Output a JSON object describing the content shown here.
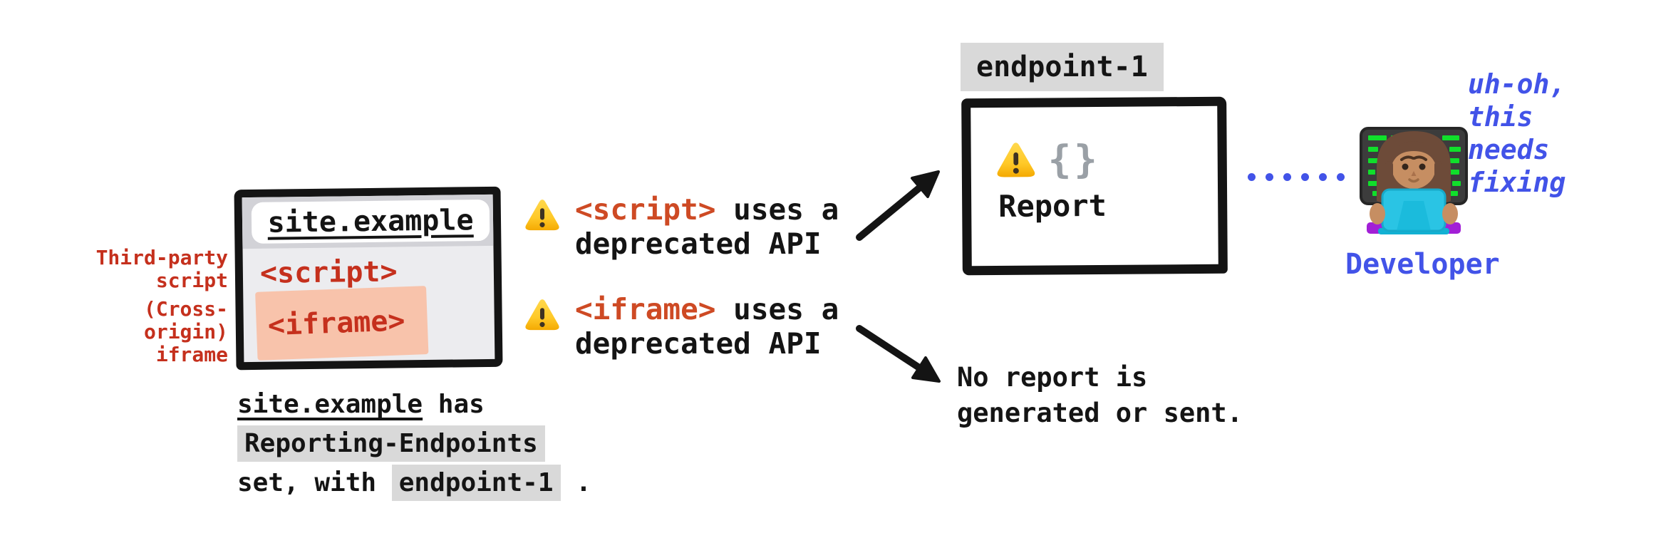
{
  "colors": {
    "ink": "#141414",
    "red": "#c5301d",
    "tag_orange": "#ce4a24",
    "blue": "#4253e8",
    "code_highlight_bg": "#d9d9d9",
    "window_bar": "#d2d2d7",
    "window_body": "#ececef",
    "iframe_highlight": "#f8c3ab",
    "braces_gray": "#9aa0a6",
    "warning_yellow": "#ffc928"
  },
  "browser_window": {
    "address": "site.example",
    "script_tag": "<script>",
    "iframe_tag": "<iframe>",
    "script_label_line1": "Third-party",
    "script_label_line2": "script",
    "iframe_label_line1": "(Cross-origin)",
    "iframe_label_line2": "iframe"
  },
  "caption": {
    "site": "site.example",
    "has": " has",
    "header_name": "Reporting-Endpoints",
    "set_with": "set, with ",
    "endpoint": "endpoint-1",
    "period": " ."
  },
  "warnings": [
    {
      "icon": "warning-emoji",
      "tag": "<script>",
      "rest": " uses a",
      "line2": "deprecated API"
    },
    {
      "icon": "warning-emoji",
      "tag": "<iframe>",
      "rest": " uses a",
      "line2": "deprecated API"
    }
  ],
  "endpoint_box": {
    "label": "endpoint-1",
    "warning_icon": "warning-emoji",
    "braces": "{}",
    "report": "Report"
  },
  "no_report": {
    "line1": "No report is",
    "line2": "generated or sent."
  },
  "developer": {
    "label": "Developer",
    "emoji": "woman-technologist-emoji",
    "note": [
      "uh-oh,",
      "this",
      "needs",
      "fixing"
    ]
  }
}
